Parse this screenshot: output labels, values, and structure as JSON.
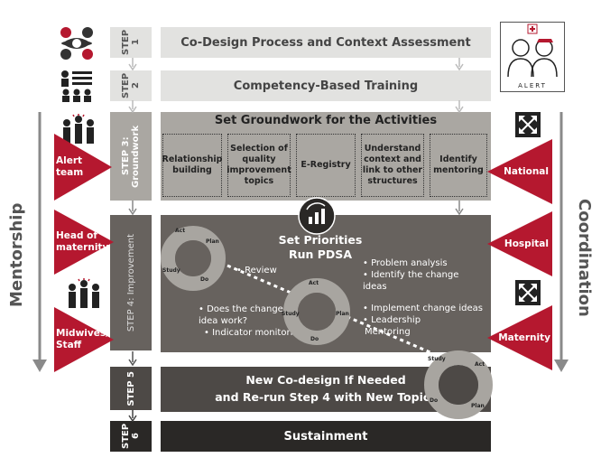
{
  "steps": {
    "s1": {
      "label": "STEP 1",
      "title": "Co-Design Process and Context Assessment"
    },
    "s2": {
      "label": "STEP 2",
      "title": "Competency-Based Training"
    },
    "s3": {
      "label": "STEP 3: Groundwork",
      "title": "Set Groundwork for the Activities",
      "items": [
        "Relationship building",
        "Selection of quality improvement topics",
        "E-Registry",
        "Understand context and link to other structures",
        "Identify mentoring"
      ]
    },
    "s4": {
      "label": "STEP 4: Improvement",
      "title_line1": "Set Priorities",
      "title_line2": "Run PDSA",
      "left_notes": {
        "review": "• Review",
        "change": "• Does the change idea work?",
        "indicator": "• Indicator monitoring"
      },
      "right_notes": {
        "problem": "• Problem analysis",
        "identify": "• Identify the change ideas",
        "implement": "• Implement change ideas",
        "leadership": "• Leadership",
        "mentoring": "Mentoring"
      }
    },
    "s5": {
      "label": "STEP 5",
      "title_line1": "New Co-design If Needed",
      "title_line2": "and Re-run Step 4 with New Topics"
    },
    "s6": {
      "label": "STEP 6",
      "title": "Sustainment"
    }
  },
  "pdsa": {
    "act": "Act",
    "plan": "Plan",
    "do": "Do",
    "study": "Study"
  },
  "left_roles": [
    "Alert team",
    "Head of maternity",
    "Midwives/ Staff"
  ],
  "right_roles": [
    "National",
    "Hospital",
    "Maternity"
  ],
  "side": {
    "left": "Mentorship",
    "right": "Coordination"
  },
  "logo_text": "ALERT",
  "colors": {
    "accent": "#b5182f",
    "step12": "#e2e2e0",
    "step3": "#aaa7a2",
    "step4": "#67625e",
    "step5": "#4d4946",
    "step6": "#2a2826"
  }
}
